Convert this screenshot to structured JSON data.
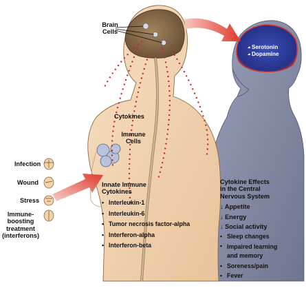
{
  "labels": {
    "brain_cells": "Brain\nCells",
    "serotonin": "Serotonin",
    "dopamine": "Dopamine",
    "cytokines": "Cytokines",
    "immune_cells": "Immune\nCells"
  },
  "triggers": [
    {
      "id": "infection",
      "label": "Infection"
    },
    {
      "id": "wound",
      "label": "Wound"
    },
    {
      "id": "stress",
      "label": "Stress"
    },
    {
      "id": "immune-boosting",
      "label": "Immune-\nboosting\ntreatment\n(interferons)"
    }
  ],
  "innate": {
    "title": "Innate Immune\nCytokines",
    "items": [
      "Interleukin-1",
      "Interleukin-6",
      "Tumor necrosis factor-alpha",
      "Interferon-alpha",
      "Interferon-beta"
    ]
  },
  "effects": {
    "title": "Cytokine Effects\nin the Central\nNervous System",
    "down_items": [
      "Appetite",
      "Energy",
      "Social activity"
    ],
    "down_symbol": "↓",
    "bullet_items": [
      "Sleep changes",
      "Impaired learning\nand memory",
      "Soreness/pain",
      "Fever"
    ]
  },
  "colors": {
    "skin": "#f2d5b2",
    "skin_shadow": "#e2b98c",
    "brain": "#8a6a48",
    "brain_dark": "#5e462e",
    "depressed_body": "#8a91a8",
    "depressed_body_dark": "#6b7088",
    "depressed_brain": "#2b3b9e",
    "brain_glow": "#e23a2a",
    "arrow_red": "#e0392b",
    "dots": "#c9272b"
  }
}
